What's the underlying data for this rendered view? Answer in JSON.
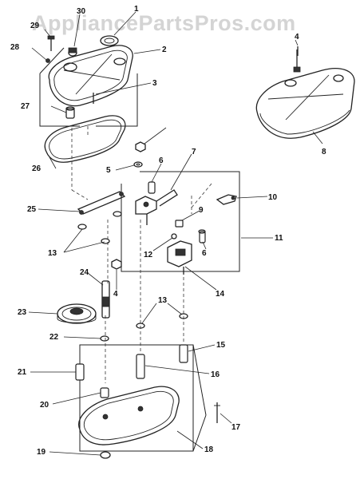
{
  "watermark": "AppliancePartsPros.com",
  "callouts": [
    "30",
    "1",
    "29",
    "28",
    "2",
    "3",
    "27",
    "4",
    "26",
    "5",
    "6",
    "7",
    "8",
    "25",
    "10",
    "9",
    "11",
    "13",
    "12",
    "6",
    "24",
    "4",
    "14",
    "23",
    "13",
    "22",
    "15",
    "21",
    "16",
    "20",
    "17",
    "19",
    "18"
  ]
}
